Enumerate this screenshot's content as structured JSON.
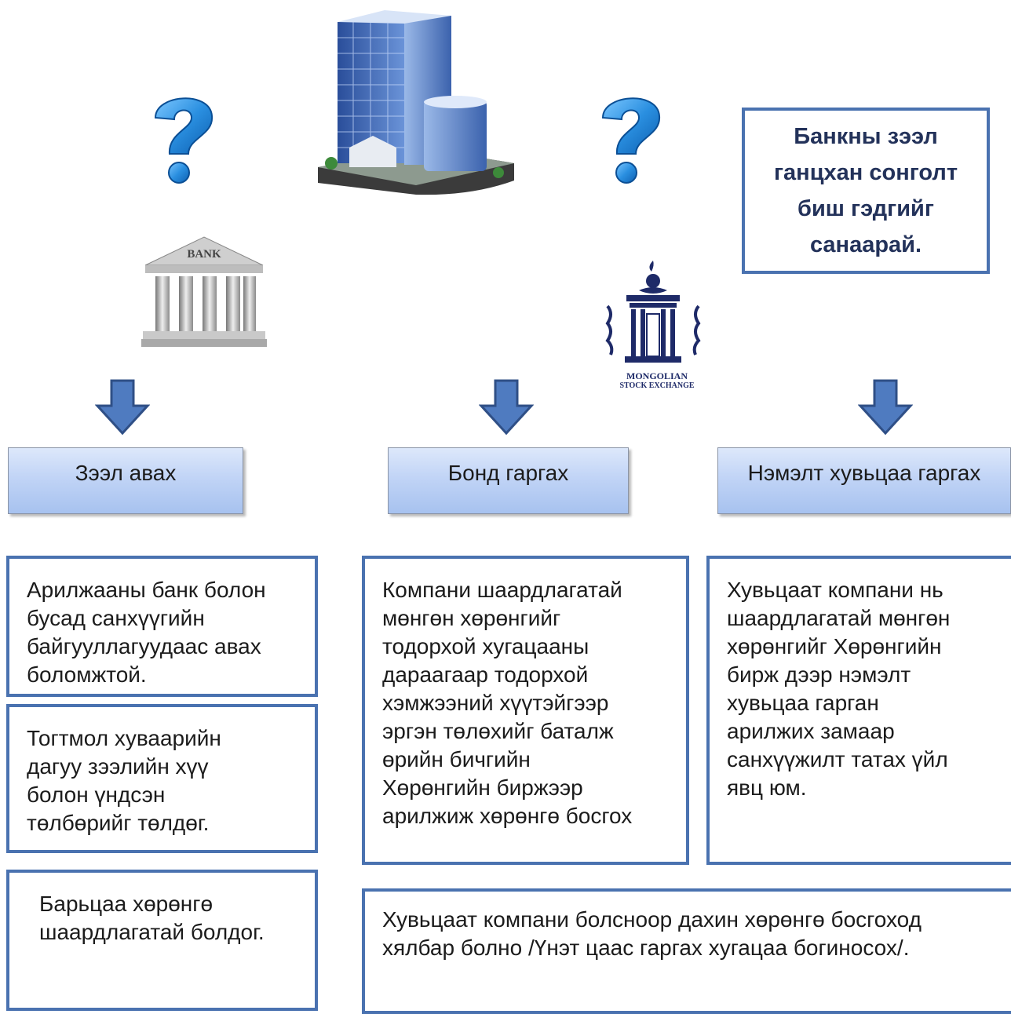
{
  "callout": {
    "lines": [
      "Банкны зээл",
      "ганцхан сонголт",
      "биш гэдгийг",
      "санаарай."
    ]
  },
  "images": {
    "bank_label": "BANK",
    "mse_label_line1": "MONGOLIAN",
    "mse_label_line2": "STOCK EXCHANGE"
  },
  "options": [
    {
      "label": "Зээл авах"
    },
    {
      "label": "Бонд гаргах"
    },
    {
      "label": "Нэмэлт хувьцаа гаргах"
    }
  ],
  "loan_desc": {
    "box1": [
      "Арилжааны банк болон",
      "бусад санхүүгийн",
      "байгууллагуудаас авах",
      "боломжтой."
    ],
    "box2": [
      "Тогтмол хуваарийн",
      "дагуу зээлийн хүү",
      "болон үндсэн",
      "төлбөрийг төлдөг."
    ],
    "box3": [
      "Барьцаа хөрөнгө",
      "шаардлагатай болдог."
    ]
  },
  "bond_desc": [
    "Компани шаардлагатай",
    "мөнгөн хөрөнгийг",
    "тодорхой хугацааны",
    "дараагаар тодорхой",
    "хэмжээний хүүтэйгээр",
    "эргэн төлөхийг баталж",
    "өрийн бичгийн",
    "Хөрөнгийн биржээр",
    "арилжиж хөрөнгө босгох"
  ],
  "share_desc": [
    "Хувьцаат компани нь",
    "шаардлагатай мөнгөн",
    "хөрөнгийг Хөрөнгийн",
    "бирж дээр нэмэлт",
    "хувьцаа гарган",
    "арилжих замаар",
    "санхүүжилт татах үйл",
    "явц юм."
  ],
  "bottom_note": [
    "Хувьцаат компани болсноор дахин хөрөнгө босгоход",
    "хялбар болно /Үнэт цаас гаргах хугацаа богиносох/."
  ],
  "colors": {
    "accent": "#4a72b0",
    "arrow": "#4f7bc0",
    "question": "#2a8fe0"
  }
}
